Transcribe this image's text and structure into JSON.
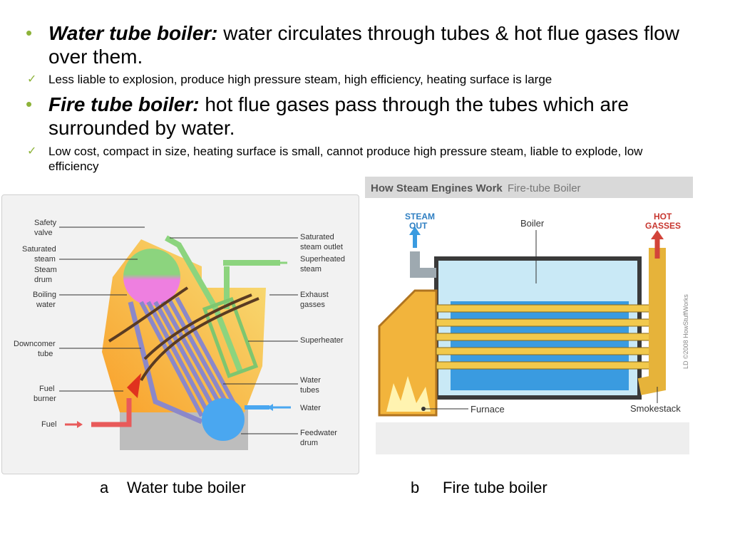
{
  "bullets": {
    "water_tube": {
      "term": "Water tube boiler:",
      "text": " water circulates through tubes & hot flue gases flow over them.",
      "detail": "Less liable to explosion, produce high pressure steam, high efficiency, heating surface is large"
    },
    "fire_tube": {
      "term": "Fire tube boiler:",
      "text": " hot flue gases pass through the tubes which are surrounded by water.",
      "detail": "Low cost, compact in size, heating surface is small, cannot produce high pressure steam, liable to explode, low efficiency"
    }
  },
  "diagram_a": {
    "labels_left": [
      "Safety",
      "valve",
      "Saturated",
      "steam",
      "Steam",
      "drum",
      "Boiling",
      "water",
      "Downcomer",
      "tube",
      "Fuel",
      "burner",
      "Fuel"
    ],
    "labels_right": [
      "Saturated",
      "steam outlet",
      "Superheated",
      "steam",
      "Exhaust",
      "gasses",
      "Superheater",
      "Water",
      "tubes",
      "Water",
      "Feedwater",
      "drum"
    ]
  },
  "diagram_b": {
    "header_bold": "How Steam Engines Work",
    "header_light": "Fire-tube Boiler",
    "steam_out": [
      "STEAM",
      "OUT"
    ],
    "hot_gasses": [
      "HOT",
      "GASSES"
    ],
    "boiler": "Boiler",
    "furnace": "Furnace",
    "smokestack": "Smokestack",
    "credit": "LD ©2008 HowStuffWorks"
  },
  "captions": {
    "a_letter": "a",
    "a_text": "Water tube boiler",
    "b_letter": "b",
    "b_text": "Fire tube boiler"
  },
  "colors": {
    "bullet": "#8db33a",
    "pipe_green": "#8cd47e",
    "water_blue": "#3a9be0",
    "tube_yellow": "#f2c94c"
  }
}
